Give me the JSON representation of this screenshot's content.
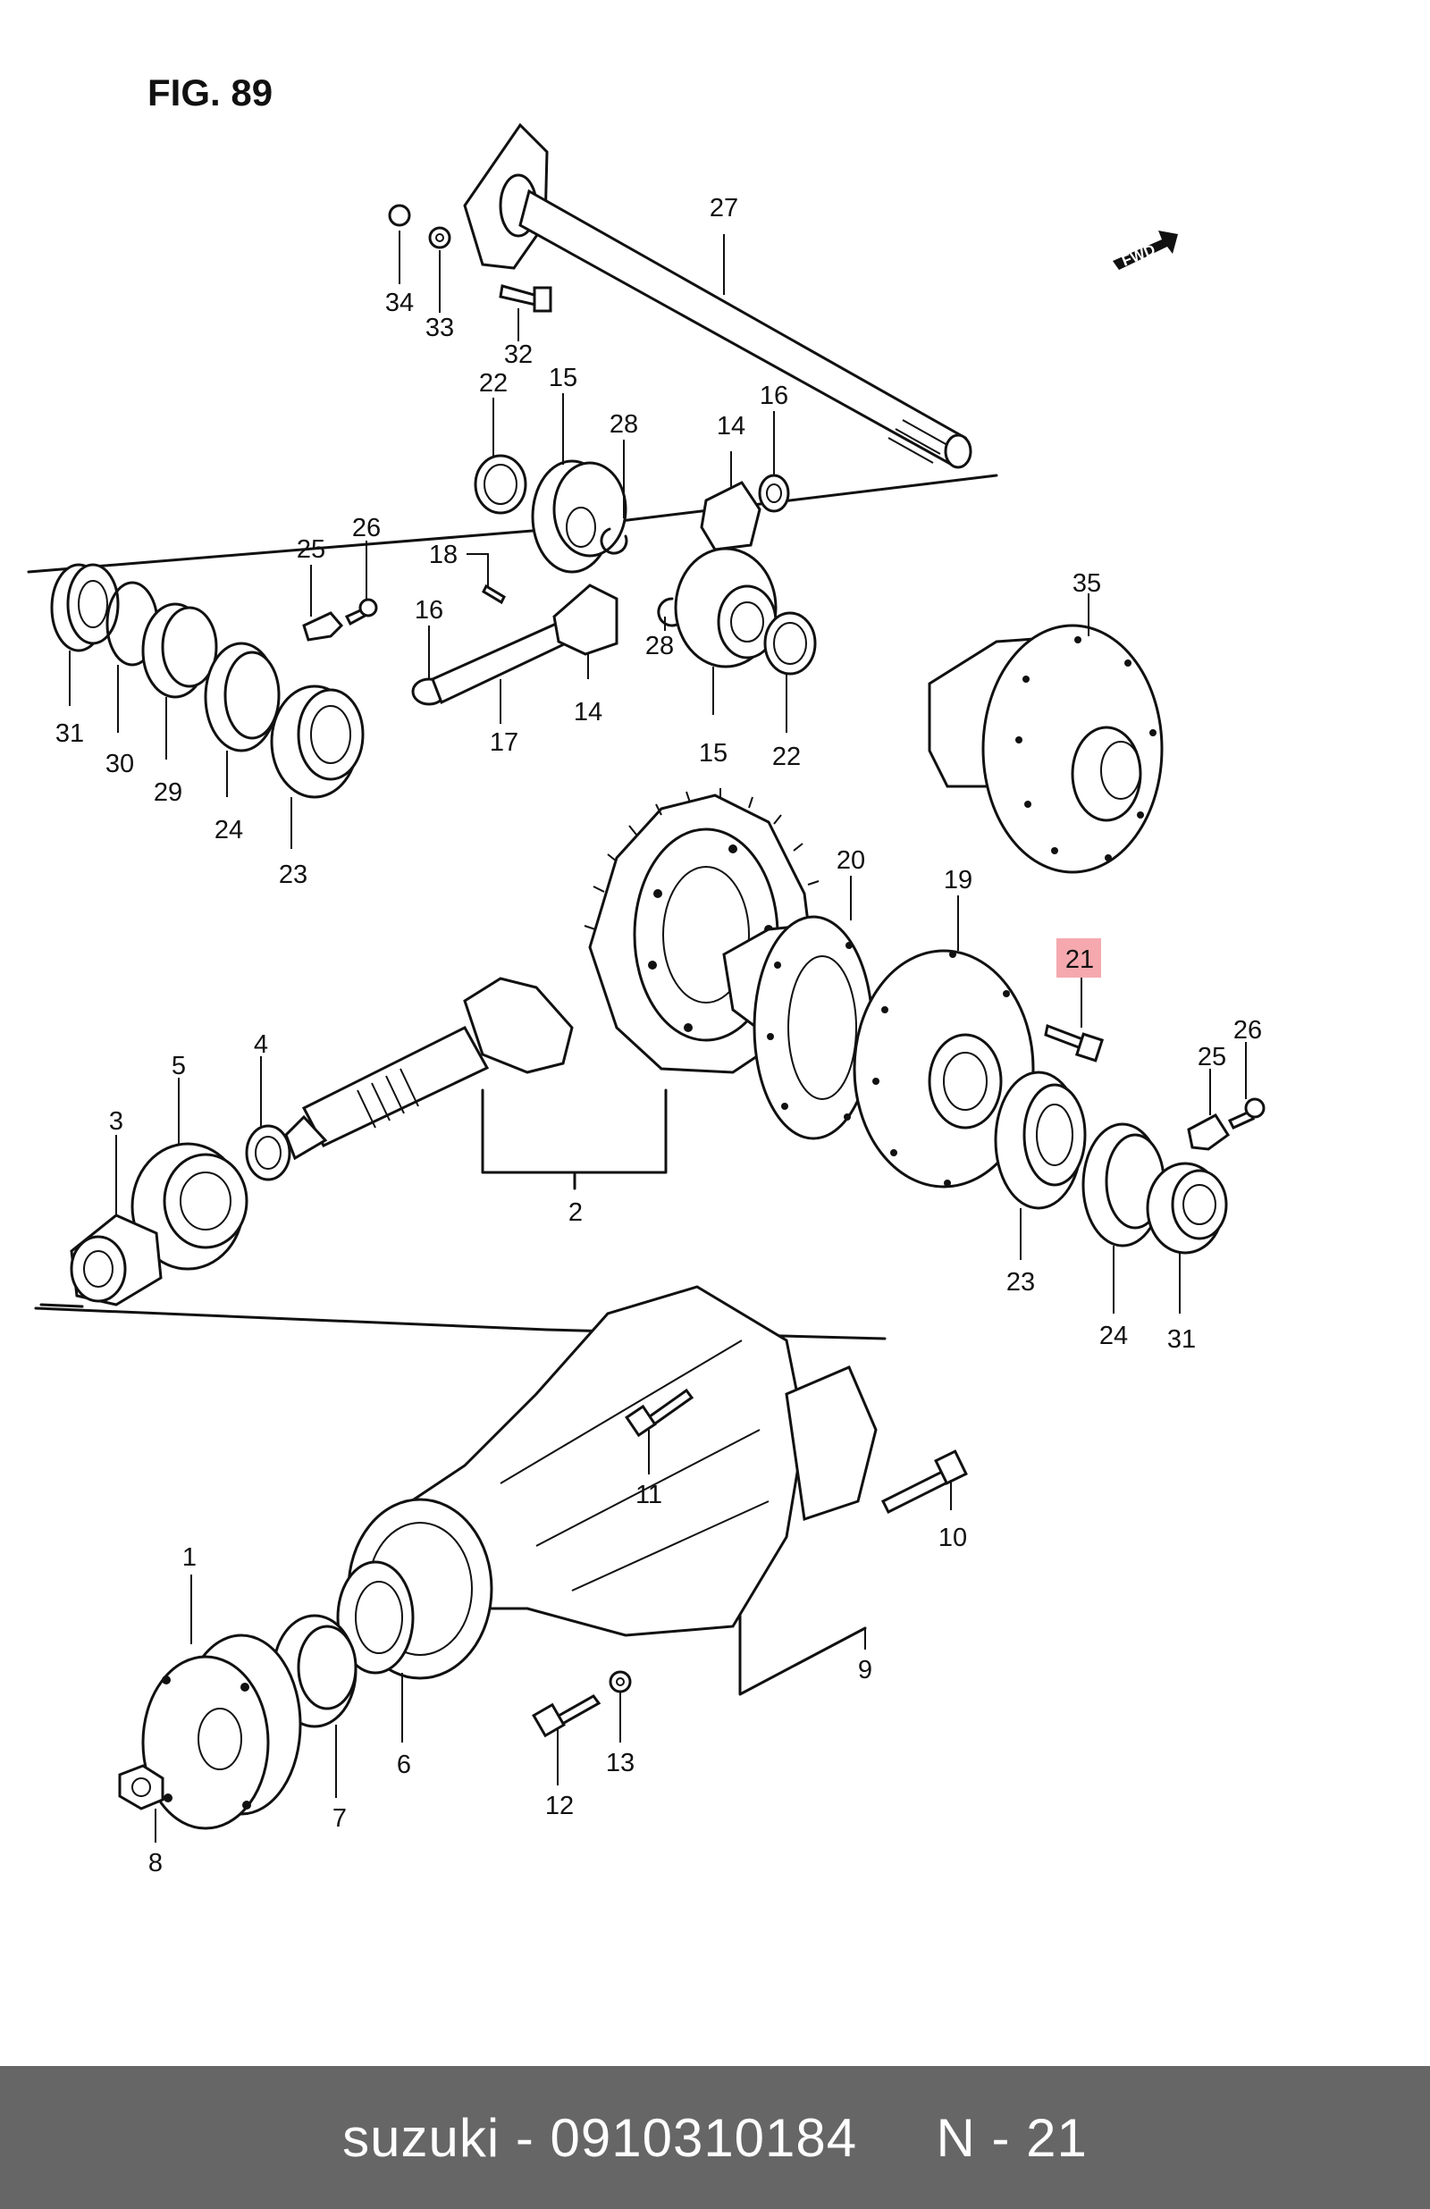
{
  "figure_title": "FIG. 89",
  "fwd_label": "FWD",
  "highlight_color": "#f5a9ae",
  "footer": {
    "background": "#666666",
    "text": "suzuki - 0910310184     N - 21"
  },
  "callouts": [
    {
      "id": "27",
      "label": "27"
    },
    {
      "id": "34",
      "label": "34"
    },
    {
      "id": "33",
      "label": "33"
    },
    {
      "id": "32",
      "label": "32"
    },
    {
      "id": "22a",
      "label": "22"
    },
    {
      "id": "15a",
      "label": "15"
    },
    {
      "id": "28a",
      "label": "28"
    },
    {
      "id": "14a",
      "label": "14"
    },
    {
      "id": "16a",
      "label": "16"
    },
    {
      "id": "25a",
      "label": "25"
    },
    {
      "id": "26a",
      "label": "26"
    },
    {
      "id": "18",
      "label": "18"
    },
    {
      "id": "16b",
      "label": "16"
    },
    {
      "id": "28b",
      "label": "28"
    },
    {
      "id": "14b",
      "label": "14"
    },
    {
      "id": "15b",
      "label": "15"
    },
    {
      "id": "22b",
      "label": "22"
    },
    {
      "id": "17",
      "label": "17"
    },
    {
      "id": "31a",
      "label": "31"
    },
    {
      "id": "30",
      "label": "30"
    },
    {
      "id": "29",
      "label": "29"
    },
    {
      "id": "24a",
      "label": "24"
    },
    {
      "id": "23a",
      "label": "23"
    },
    {
      "id": "35",
      "label": "35"
    },
    {
      "id": "20",
      "label": "20"
    },
    {
      "id": "19",
      "label": "19"
    },
    {
      "id": "21",
      "label": "21",
      "highlighted": true
    },
    {
      "id": "26b",
      "label": "26"
    },
    {
      "id": "25b",
      "label": "25"
    },
    {
      "id": "4",
      "label": "4"
    },
    {
      "id": "5",
      "label": "5"
    },
    {
      "id": "3",
      "label": "3"
    },
    {
      "id": "2",
      "label": "2"
    },
    {
      "id": "23b",
      "label": "23"
    },
    {
      "id": "24b",
      "label": "24"
    },
    {
      "id": "31b",
      "label": "31"
    },
    {
      "id": "11",
      "label": "11"
    },
    {
      "id": "10",
      "label": "10"
    },
    {
      "id": "1",
      "label": "1"
    },
    {
      "id": "9",
      "label": "9"
    },
    {
      "id": "6",
      "label": "6"
    },
    {
      "id": "7",
      "label": "7"
    },
    {
      "id": "13",
      "label": "13"
    },
    {
      "id": "12",
      "label": "12"
    },
    {
      "id": "8",
      "label": "8"
    }
  ]
}
